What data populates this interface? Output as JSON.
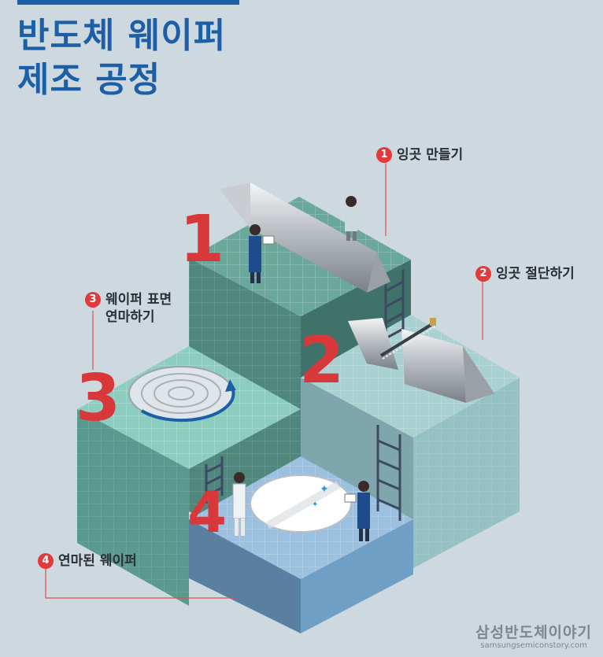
{
  "title": {
    "line1": "반도체 웨이퍼",
    "line2": "제조 공정"
  },
  "steps": [
    {
      "number": "1",
      "label": "잉곳 만들기"
    },
    {
      "number": "2",
      "label": "잉곳 절단하기"
    },
    {
      "number": "3",
      "label_line1": "웨이퍼 표면",
      "label_line2": "연마하기"
    },
    {
      "number": "4",
      "label": "연마된 웨이퍼"
    }
  ],
  "big_numbers": [
    "1",
    "2",
    "3",
    "4"
  ],
  "brand": {
    "name": "삼성반도체이야기",
    "url": "samsungsemiconstory.com"
  },
  "colors": {
    "accent": "#1d5fa6",
    "badge": "#e03a3a",
    "background": "#cdd8df",
    "block_green": "#5f9e92",
    "block_teal": "#8ebcc0",
    "block_blue": "#6f9fc4"
  }
}
